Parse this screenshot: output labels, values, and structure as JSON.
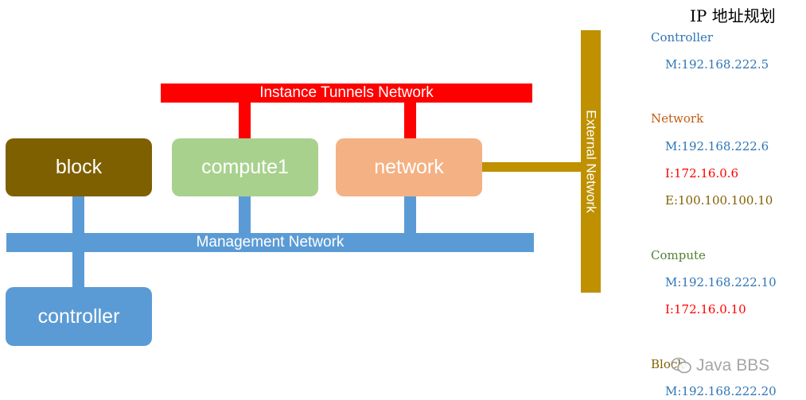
{
  "networks": {
    "tunnel": {
      "label": "Instance Tunnels Network",
      "color": "#ff0000"
    },
    "management": {
      "label": "Management Network",
      "color": "#5b9bd5"
    },
    "external": {
      "label": "External Network",
      "color": "#bf9000"
    }
  },
  "nodes": {
    "block": {
      "label": "block",
      "color": "#7f6000"
    },
    "compute1": {
      "label": "compute1",
      "color": "#a9d18e"
    },
    "network": {
      "label": "network",
      "color": "#f4b183"
    },
    "controller": {
      "label": "controller",
      "color": "#5b9bd5"
    }
  },
  "ip_plan": {
    "title": "IP 地址规划",
    "controller": {
      "name": "Controller",
      "m": "M:192.168.222.5"
    },
    "network": {
      "name": "Network",
      "m": "M:192.168.222.6",
      "i": "I:172.16.0.6",
      "e": "E:100.100.100.10"
    },
    "compute": {
      "name": "Compute",
      "m": "M:192.168.222.10",
      "i": "I:172.16.0.10"
    },
    "block": {
      "name": "Block",
      "m": "M:192.168.222.20"
    }
  },
  "watermark": "Java BBS",
  "colors": {
    "blue_text": "#2e75b6",
    "orange_text": "#c55a11",
    "red_text": "#ff0000",
    "brown_text": "#806000",
    "green_text": "#538135"
  }
}
